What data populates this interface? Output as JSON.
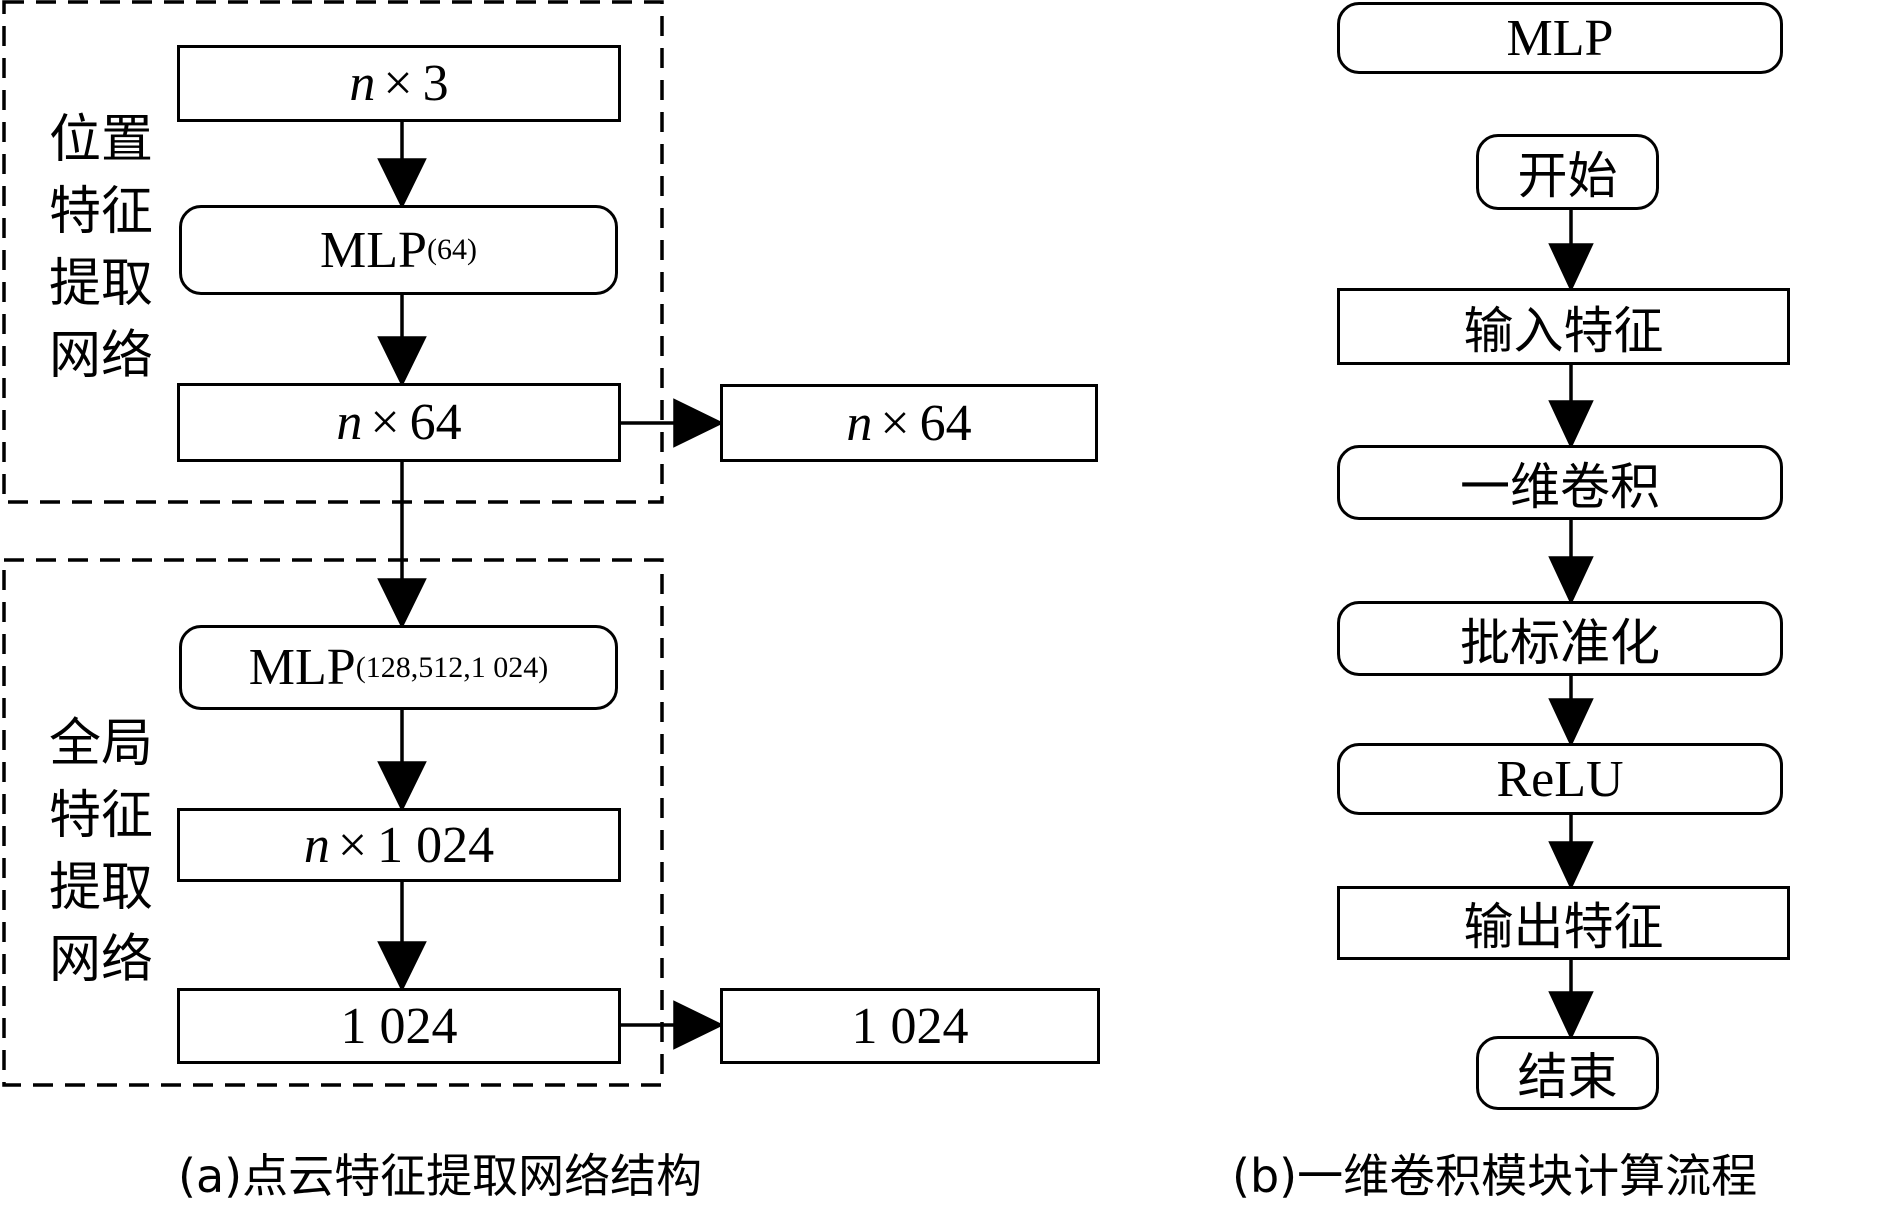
{
  "panel_a": {
    "extraction_group_label": "位置特征提取网络",
    "global_group_label": "全局特征提取网络",
    "node_n3": {
      "var": "n",
      "op": "×",
      "num": "3"
    },
    "mlp64": {
      "base": "MLP",
      "sub": "(64)"
    },
    "node_n64": {
      "var": "n",
      "op": "×",
      "num": "64"
    },
    "node_n64_out": {
      "var": "n",
      "op": "×",
      "num": "64"
    },
    "mlp_global": {
      "base": "MLP",
      "sub": "(128,512,1 024)"
    },
    "node_n1024": {
      "var": "n",
      "op": "×",
      "num": "1 024"
    },
    "node_1024": "1 024",
    "node_1024_out": "1 024",
    "caption": "(a)点云特征提取网络结构"
  },
  "panel_b": {
    "title": "MLP",
    "steps": [
      "开始",
      "输入特征",
      "一维卷积",
      "批标准化",
      "ReLU",
      "输出特征",
      "结束"
    ],
    "caption": "(b)一维卷积模块计算流程"
  }
}
